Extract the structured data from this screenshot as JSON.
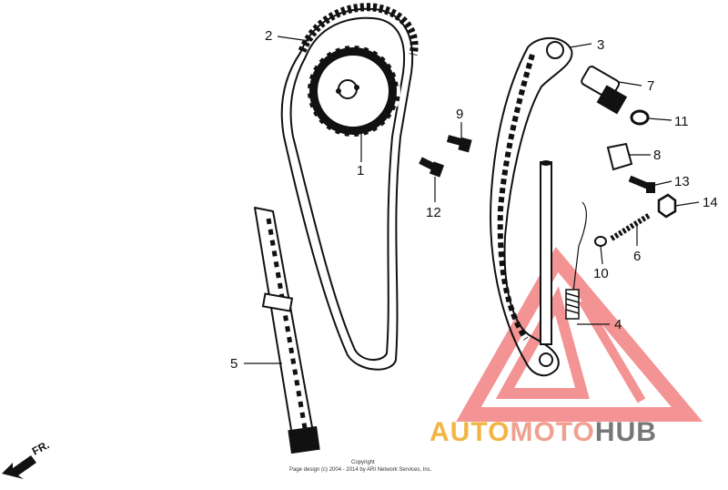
{
  "callouts": [
    {
      "id": "1",
      "label": "1"
    },
    {
      "id": "2",
      "label": "2"
    },
    {
      "id": "3",
      "label": "3"
    },
    {
      "id": "4",
      "label": "4"
    },
    {
      "id": "5",
      "label": "5"
    },
    {
      "id": "6",
      "label": "6"
    },
    {
      "id": "7",
      "label": "7"
    },
    {
      "id": "8",
      "label": "8"
    },
    {
      "id": "9",
      "label": "9"
    },
    {
      "id": "10",
      "label": "10"
    },
    {
      "id": "11",
      "label": "11"
    },
    {
      "id": "12",
      "label": "12"
    },
    {
      "id": "13",
      "label": "13"
    },
    {
      "id": "14",
      "label": "14"
    }
  ],
  "direction_label": "FR.",
  "copyright": {
    "line1": "Copyright",
    "line2": "Page design (c) 2004 - 2014 by ARI Network Services, Inc."
  },
  "watermark": {
    "part1": "AUTO",
    "part2": "MOTO",
    "part3": "HUB",
    "colors": {
      "auto": "#f2b544",
      "moto": "#f0a090",
      "hub": "#777777",
      "triangle": "#f07070"
    }
  }
}
